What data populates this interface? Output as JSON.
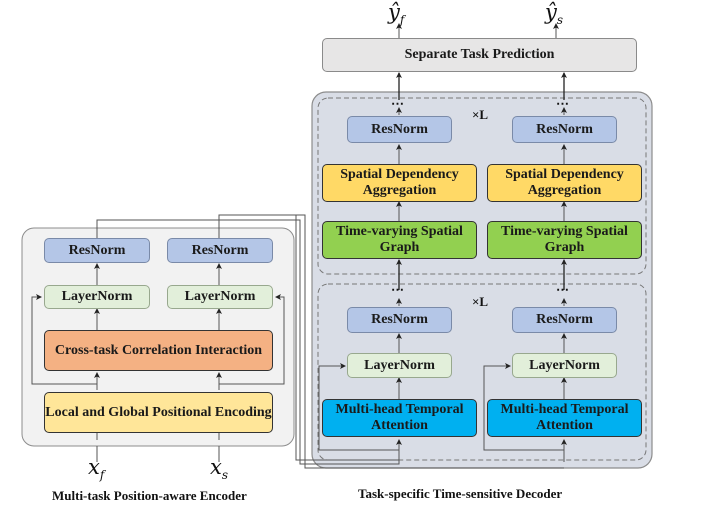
{
  "decoder": {
    "title": "Task-specific Time-sensitive Decoder",
    "prediction": "Separate Task Prediction",
    "outputs": {
      "f": "ŷ",
      "f_sub": "f",
      "s": "ŷ",
      "s_sub": "s"
    },
    "repeat": "×L",
    "ellipsis": "⋯",
    "spatial_block": {
      "resnorm": "ResNorm",
      "aggregation": "Spatial Dependency Aggregation",
      "graph": "Time-varying Spatial Graph"
    },
    "temporal_block": {
      "resnorm": "ResNorm",
      "layernorm": "LayerNorm",
      "attention": "Multi-head Temporal Attention"
    }
  },
  "encoder": {
    "title": "Multi-task Position-aware Encoder",
    "resnorm": "ResNorm",
    "layernorm": "LayerNorm",
    "interaction": "Cross-task Correlation Interaction",
    "encoding": "Local and Global Positional Encoding",
    "inputs": {
      "f": "x",
      "f_sub": "f",
      "s": "x",
      "s_sub": "s"
    }
  },
  "colors": {
    "resnorm": "#b4c6e7",
    "layernorm": "#e2efda",
    "aggregation": "#ffd966",
    "graph": "#92d050",
    "attention": "#00b0f0",
    "interaction": "#f4b183",
    "encoding": "#ffe699",
    "panel": "#d9dde6"
  }
}
